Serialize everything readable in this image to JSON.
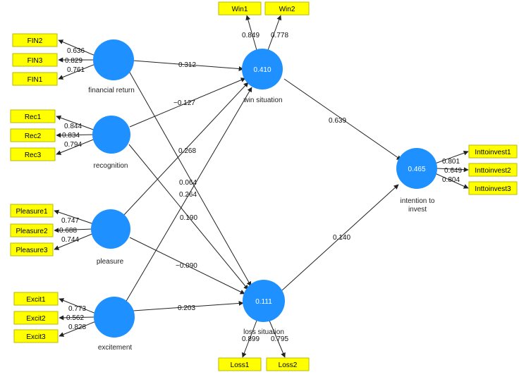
{
  "constructs": [
    {
      "id": "financial_return",
      "label": "financial return",
      "r2": ""
    },
    {
      "id": "recognition",
      "label": "recognition",
      "r2": ""
    },
    {
      "id": "pleasure",
      "label": "pleasure",
      "r2": ""
    },
    {
      "id": "excitement",
      "label": "excitement",
      "r2": ""
    },
    {
      "id": "win_situation",
      "label": "win situation",
      "r2": "0.410"
    },
    {
      "id": "loss_situation",
      "label": "loss situation",
      "r2": "0.111"
    },
    {
      "id": "intention",
      "label": "intention to invest",
      "r2": "0.465"
    }
  ],
  "indicators": [
    {
      "label": "FIN2",
      "loading": "0.636"
    },
    {
      "label": "FIN3",
      "loading": "0.829"
    },
    {
      "label": "FIN1",
      "loading": "0.761"
    },
    {
      "label": "Rec1",
      "loading": "0.844"
    },
    {
      "label": "Rec2",
      "loading": "0.834"
    },
    {
      "label": "Rec3",
      "loading": "0.794"
    },
    {
      "label": "Pleasure1",
      "loading": "0.747"
    },
    {
      "label": "Pleasure2",
      "loading": "0.688"
    },
    {
      "label": "Pleasure3",
      "loading": "0.744"
    },
    {
      "label": "Excit1",
      "loading": "0.773"
    },
    {
      "label": "Excit2",
      "loading": "0.562"
    },
    {
      "label": "Excit3",
      "loading": "0.828"
    },
    {
      "label": "Win1",
      "loading": "0.849"
    },
    {
      "label": "Win2",
      "loading": "0.778"
    },
    {
      "label": "Loss1",
      "loading": "0.899"
    },
    {
      "label": "Loss2",
      "loading": "0.795"
    },
    {
      "label": "Inttoinvest1",
      "loading": "0.801"
    },
    {
      "label": "Inttoinvest2",
      "loading": "0.649"
    },
    {
      "label": "Inttoinvest3",
      "loading": "0.804"
    }
  ],
  "paths": [
    {
      "from": "financial return",
      "to": "win situation",
      "coef": "0.312"
    },
    {
      "from": "financial return",
      "to": "loss situation",
      "coef": "0.064"
    },
    {
      "from": "recognition",
      "to": "win situation",
      "coef": "-0.127"
    },
    {
      "from": "recognition",
      "to": "loss situation",
      "coef": "0.190"
    },
    {
      "from": "pleasure",
      "to": "win situation",
      "coef": "0.268"
    },
    {
      "from": "pleasure",
      "to": "loss situation",
      "coef": "-0.090"
    },
    {
      "from": "excitement",
      "to": "win situation",
      "coef": "0.264"
    },
    {
      "from": "excitement",
      "to": "loss situation",
      "coef": "0.203"
    },
    {
      "from": "win situation",
      "to": "intention to invest",
      "coef": "0.639"
    },
    {
      "from": "loss situation",
      "to": "intention to invest",
      "coef": "0.140"
    }
  ],
  "colors": {
    "construct": "#1e90ff",
    "indicator": "#ffff00",
    "arrow": "#222222"
  }
}
